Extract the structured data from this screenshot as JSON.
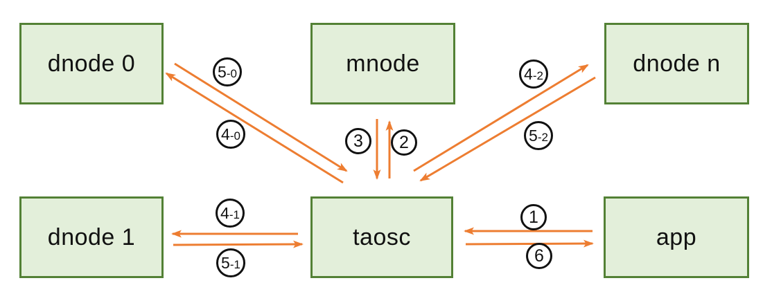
{
  "diagram": {
    "nodes": [
      {
        "id": "dnode-0",
        "label": "dnode 0"
      },
      {
        "id": "mnode",
        "label": "mnode"
      },
      {
        "id": "dnode-n",
        "label": "dnode n"
      },
      {
        "id": "dnode-1",
        "label": "dnode 1"
      },
      {
        "id": "taosc",
        "label": "taosc"
      },
      {
        "id": "app",
        "label": "app"
      }
    ],
    "edges": [
      {
        "label": "5-0",
        "main": "5",
        "suffix": "-0",
        "from": "dnode 0",
        "to": "taosc"
      },
      {
        "label": "4-0",
        "main": "4",
        "suffix": "-0",
        "from": "taosc",
        "to": "dnode 0"
      },
      {
        "label": "4-1",
        "main": "4",
        "suffix": "-1",
        "from": "taosc",
        "to": "dnode 1"
      },
      {
        "label": "5-1",
        "main": "5",
        "suffix": "-1",
        "from": "dnode 1",
        "to": "taosc"
      },
      {
        "label": "3",
        "main": "3",
        "suffix": "",
        "from": "mnode",
        "to": "taosc"
      },
      {
        "label": "2",
        "main": "2",
        "suffix": "",
        "from": "taosc",
        "to": "mnode"
      },
      {
        "label": "4-2",
        "main": "4",
        "suffix": "-2",
        "from": "taosc",
        "to": "dnode n"
      },
      {
        "label": "5-2",
        "main": "5",
        "suffix": "-2",
        "from": "dnode n",
        "to": "taosc"
      },
      {
        "label": "1",
        "main": "1",
        "suffix": "",
        "from": "app",
        "to": "taosc"
      },
      {
        "label": "6",
        "main": "6",
        "suffix": "",
        "from": "taosc",
        "to": "app"
      }
    ],
    "colors": {
      "node_fill": "#e3efda",
      "node_border": "#538135",
      "arrow": "#ed7d31",
      "label_circle": "#111111",
      "text": "#111111",
      "background": "#ffffff"
    }
  }
}
